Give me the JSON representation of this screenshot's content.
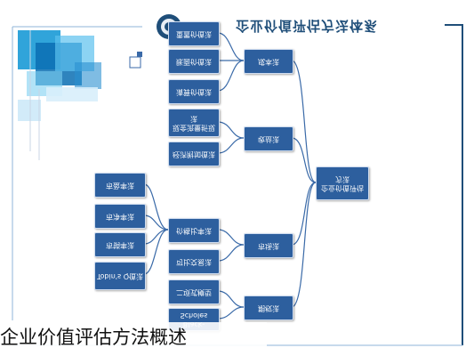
{
  "diagram": {
    "title": "企业价值评估方法体系",
    "root": "企业价值评估方法",
    "methods": [
      {
        "id": "cost",
        "label": "成本法",
        "children": [
          "重置价值法",
          "账面价值法",
          "清算价值法"
        ]
      },
      {
        "id": "income",
        "label": "收益法",
        "children": [
          "现金流量折现法",
          "经济附加值法"
        ]
      },
      {
        "id": "market",
        "label": "市场法",
        "children": [
          "价格比率法",
          "可比交易法"
        ]
      },
      {
        "id": "option",
        "label": "期权法",
        "children": [
          "二项式模型",
          "Black-Scholes"
        ]
      }
    ],
    "ratios": [
      "市盈率法",
      "市净率法",
      "市销率法",
      "Tobin's Q值法"
    ]
  },
  "caption": "企业价值评估方法概述",
  "colors": {
    "node": "#2d5f9e",
    "line": "#3a6aa8",
    "frame": "#2d5f9e",
    "accent": "#1a9ad6"
  }
}
